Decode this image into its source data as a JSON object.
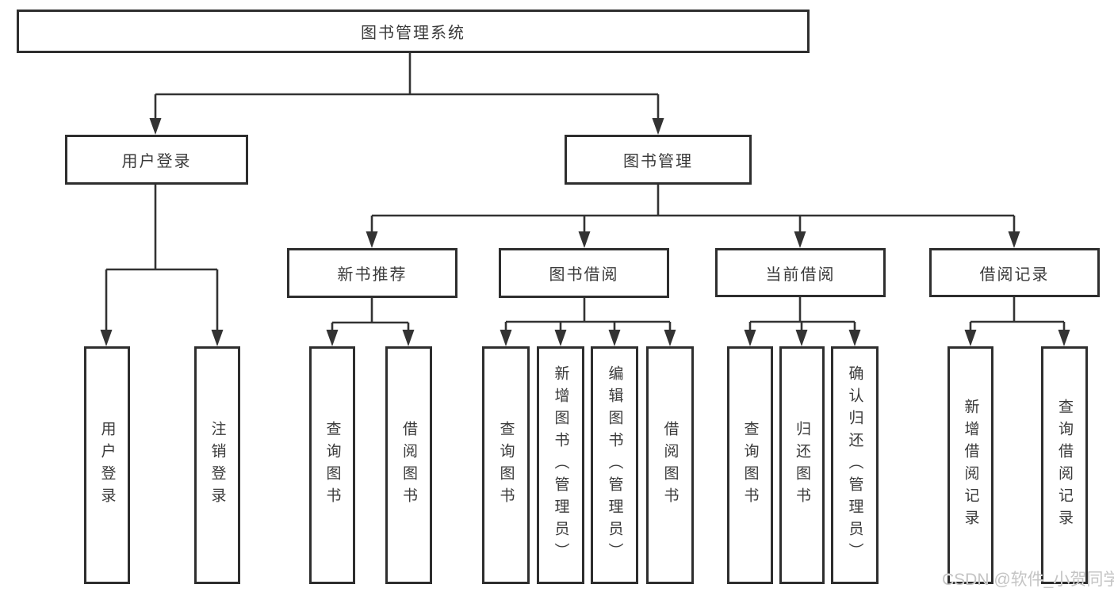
{
  "diagram": {
    "type": "hierarchy-tree",
    "tree": {
      "label": "图书管理系统",
      "children": [
        {
          "label": "用户登录",
          "children": [
            {
              "label": "用户登录"
            },
            {
              "label": "注销登录"
            }
          ]
        },
        {
          "label": "图书管理",
          "children": [
            {
              "label": "新书推荐",
              "children": [
                {
                  "label": "查询图书"
                },
                {
                  "label": "借阅图书"
                }
              ]
            },
            {
              "label": "图书借阅",
              "children": [
                {
                  "label": "查询图书"
                },
                {
                  "label": "新增图书（管理员）"
                },
                {
                  "label": "编辑图书（管理员）"
                },
                {
                  "label": "借阅图书"
                }
              ]
            },
            {
              "label": "当前借阅",
              "children": [
                {
                  "label": "查询图书"
                },
                {
                  "label": "归还图书"
                },
                {
                  "label": "确认归还（管理员）"
                }
              ]
            },
            {
              "label": "借阅记录",
              "children": [
                {
                  "label": "新增借阅记录"
                },
                {
                  "label": "查询借阅记录"
                }
              ]
            }
          ]
        }
      ]
    },
    "colors": {
      "line": "#333333",
      "box_border": "#2e2e2e",
      "text": "#3a3a3a",
      "background": "#ffffff"
    }
  },
  "watermark": {
    "text": "CSDN @软件_小贺同学",
    "color": "#c4c4c4"
  }
}
